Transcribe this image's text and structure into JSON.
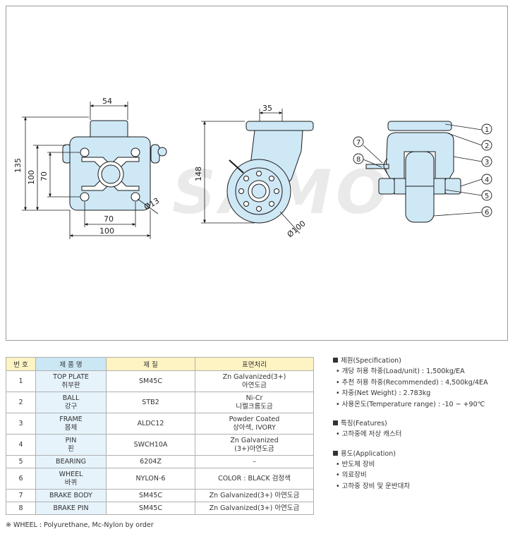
{
  "drawing": {
    "dims": {
      "top_width": "54",
      "overall_height": "135",
      "bolt_height": "100",
      "hole_height": "70",
      "hole_width": "70",
      "plate_width": "100",
      "hole_dia": "Ø13",
      "offset": "35",
      "side_height": "148",
      "wheel_dia": "Ø100"
    },
    "watermark": "SAMO",
    "callouts": [
      "1",
      "2",
      "3",
      "4",
      "5",
      "6",
      "7",
      "8"
    ],
    "colors": {
      "body": "#cfe8f6",
      "line": "#1a1a1a",
      "watermark": "#d9d9d9"
    }
  },
  "table": {
    "headers": [
      "번 호",
      "제 품 명",
      "재 질",
      "표면처리"
    ],
    "rows": [
      {
        "no": "1",
        "name": [
          "TOP PLATE",
          "취부판"
        ],
        "material": "SM45C",
        "finish": [
          "Zn Galvanized(3+)",
          "아연도금"
        ]
      },
      {
        "no": "2",
        "name": [
          "BALL",
          "강구"
        ],
        "material": "STB2",
        "finish": [
          "Ni-Cr",
          "니켈크롬도금"
        ]
      },
      {
        "no": "3",
        "name": [
          "FRAME",
          "몸체"
        ],
        "material": "ALDC12",
        "finish": [
          "Powder Coated",
          "상아색, IVORY"
        ]
      },
      {
        "no": "4",
        "name": [
          "PIN",
          "핀"
        ],
        "material": "SWCH10A",
        "finish": [
          "Zn Galvanized",
          "(3+)아연도금"
        ]
      },
      {
        "no": "5",
        "name": [
          "BEARING"
        ],
        "material": "6204Z",
        "finish": [
          "–"
        ]
      },
      {
        "no": "6",
        "name": [
          "WHEEL",
          "바퀴"
        ],
        "material": "NYLON-6",
        "finish": [
          "COLOR : BLACK 검정색"
        ]
      },
      {
        "no": "7",
        "name": [
          "BRAKE BODY"
        ],
        "material": "SM45C",
        "finish": [
          "Zn Galvanized(3+) 아연도금"
        ]
      },
      {
        "no": "8",
        "name": [
          "BRAKE PIN"
        ],
        "material": "SM45C",
        "finish": [
          "Zn Galvanized(3+) 아연도금"
        ]
      }
    ]
  },
  "footnote": "※ WHEEL : Polyurethane, Mc-Nylon by order",
  "spec": {
    "title": "제원(Specification)",
    "items": [
      "• 개당 허용 하중(Load/unit) : 1,500kg/EA",
      "• 추천 허용 하중(Recommended) : 4,500kg/4EA",
      "• 자중(Net Weight) : 2.783kg",
      "• 사용온도(Temperature range) : -10 ~ +90℃"
    ]
  },
  "features": {
    "title": "특징(Features)",
    "items": [
      "• 고하중에 저상 캐스터"
    ]
  },
  "application": {
    "title": "용도(Application)",
    "items": [
      "• 반도체 장비",
      "• 의료장비",
      "• 고하중 장비 및 운반대차"
    ]
  }
}
